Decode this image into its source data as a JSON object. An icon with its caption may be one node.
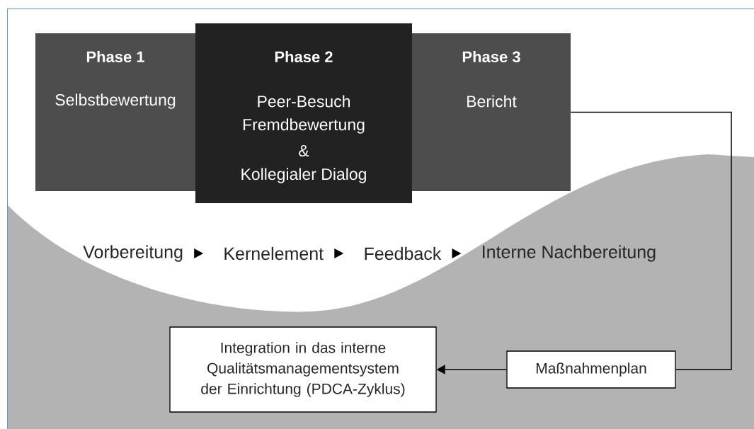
{
  "diagram": {
    "nodes": [
      {
        "text": [
          "Phase 1",
          "Selbstbewertung"
        ]
      },
      {
        "text": [
          "Phase 2",
          "Peer-Besuch",
          "Fremdbewertung",
          "&",
          "Kollegialer Dialog"
        ]
      },
      {
        "text": [
          "Phase 3",
          "Bericht"
        ]
      },
      {
        "text": [
          "Integration in das interne Qualitätsmanagementsystem der Einrichtung (PDCA-Zyklus)"
        ]
      },
      {
        "text": [
          "Maßnahmenplan"
        ]
      },
      {
        "text": [
          "Vorbereitung"
        ]
      },
      {
        "text": [
          "Kernelement"
        ]
      },
      {
        "text": [
          "Feedback"
        ]
      },
      {
        "text": [
          "Interne Nachbereitung"
        ]
      }
    ],
    "edges": [
      {
        "from": 5,
        "to": 6,
        "arrow": "to"
      },
      {
        "from": 6,
        "to": 7,
        "arrow": "to"
      },
      {
        "from": 7,
        "to": 8,
        "arrow": "to"
      },
      {
        "from": 2,
        "to": 4,
        "arrow": "none"
      },
      {
        "from": 4,
        "to": 3,
        "arrow": "to"
      }
    ]
  }
}
